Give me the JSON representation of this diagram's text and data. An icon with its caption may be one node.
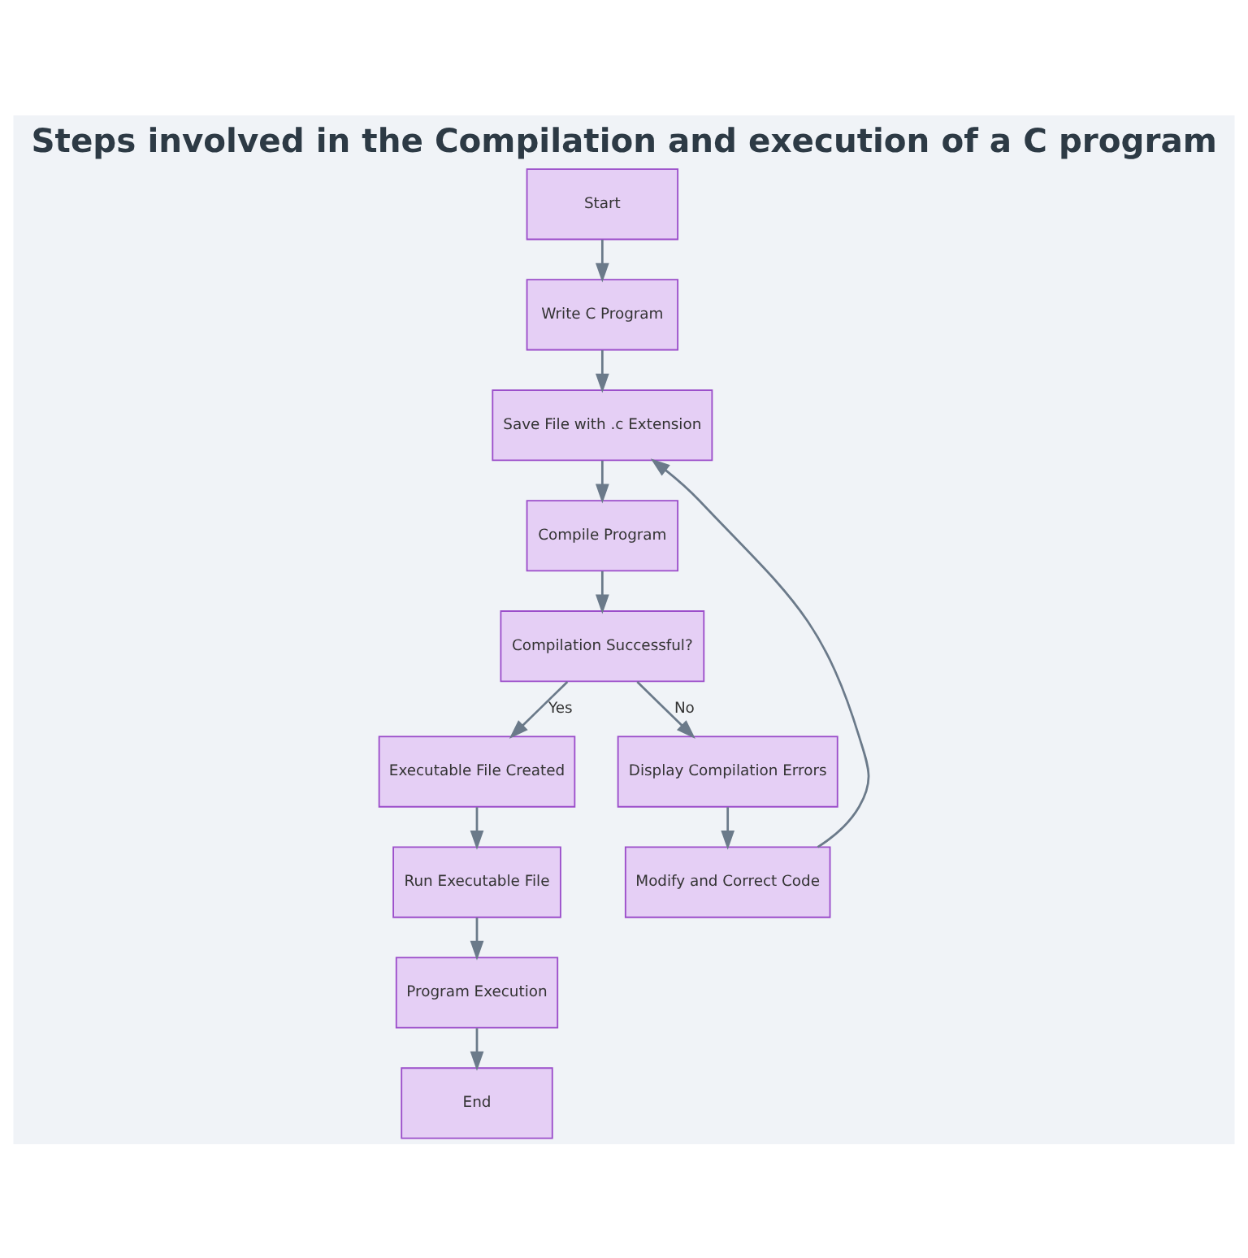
{
  "diagram": {
    "title": "Steps involved in the Compilation and execution of a C program",
    "nodes": [
      {
        "text": [
          "Start"
        ]
      },
      {
        "text": [
          "Write C Program"
        ]
      },
      {
        "text": [
          "Save File with .c Extension"
        ]
      },
      {
        "text": [
          "Compile Program"
        ]
      },
      {
        "text": [
          "Compilation Successful?"
        ]
      },
      {
        "text": [
          "Executable File Created"
        ]
      },
      {
        "text": [
          "Display Compilation Errors"
        ]
      },
      {
        "text": [
          "Run Executable File"
        ]
      },
      {
        "text": [
          "Modify and Correct Code"
        ]
      },
      {
        "text": [
          "Program Execution"
        ]
      },
      {
        "text": [
          "End"
        ]
      }
    ],
    "edges": [
      {
        "from": 0,
        "to": 1,
        "arrow": "to"
      },
      {
        "from": 1,
        "to": 2,
        "arrow": "to"
      },
      {
        "from": 2,
        "to": 3,
        "arrow": "to"
      },
      {
        "from": 3,
        "to": 4,
        "arrow": "to"
      },
      {
        "from": 4,
        "to": 5,
        "arrow": "to",
        "label": "Yes"
      },
      {
        "from": 4,
        "to": 6,
        "arrow": "to",
        "label": "No"
      },
      {
        "from": 5,
        "to": 7,
        "arrow": "to"
      },
      {
        "from": 6,
        "to": 8,
        "arrow": "to"
      },
      {
        "from": 8,
        "to": 2,
        "arrow": "to"
      },
      {
        "from": 7,
        "to": 9,
        "arrow": "to"
      },
      {
        "from": 9,
        "to": 10,
        "arrow": "to"
      }
    ]
  }
}
